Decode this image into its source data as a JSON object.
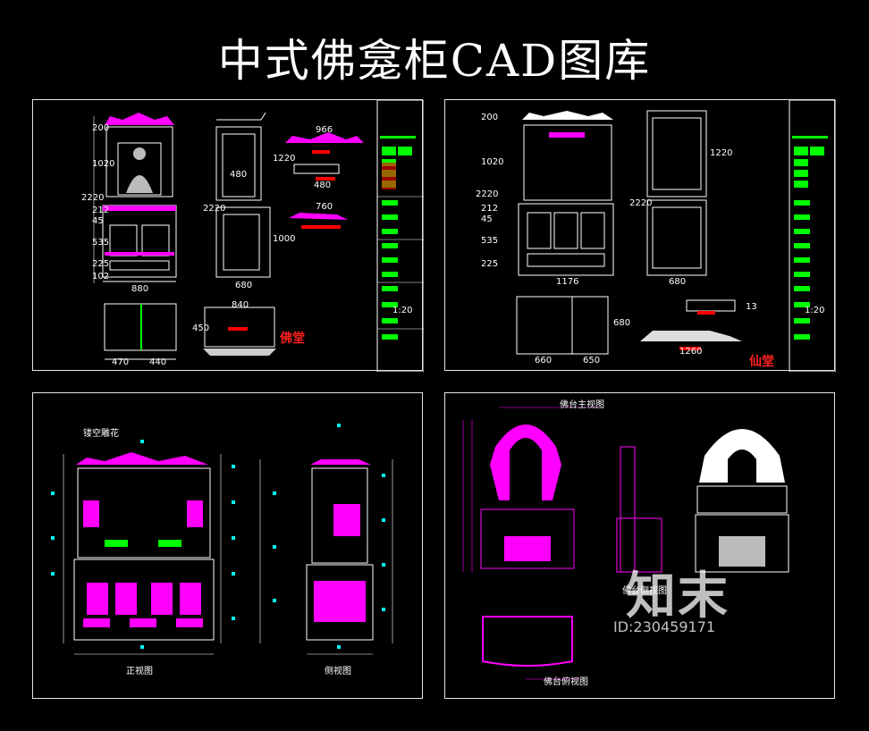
{
  "page_title": "中式佛龛柜CAD图库",
  "panels": {
    "p1": {
      "stamp": "佛堂",
      "scale": "1:20",
      "dims": {
        "d1": "200",
        "d2": "1020",
        "d3": "2220",
        "d4": "212",
        "d5": "45",
        "d6": "535",
        "d7": "225",
        "d8": "102",
        "d9": "880",
        "d10": "480",
        "d11": "1220",
        "d12": "2220",
        "d13": "1000",
        "d14": "680",
        "d15": "966",
        "d16": "480",
        "d17": "760",
        "d18": "470",
        "d19": "440",
        "d20": "840",
        "d21": "450"
      }
    },
    "p2": {
      "stamp": "仙堂",
      "scale": "1:20",
      "dims": {
        "d1": "200",
        "d2": "1020",
        "d3": "2220",
        "d4": "212",
        "d5": "45",
        "d6": "535",
        "d7": "225",
        "d8": "1176",
        "d9": "1220",
        "d10": "2220",
        "d11": "680",
        "d12": "660",
        "d13": "650",
        "d14": "680",
        "d15": "1260",
        "d16": "13"
      }
    },
    "p3": {
      "label_front": "正视图",
      "label_side": "侧视图",
      "label_note": "镂空雕花"
    },
    "p4": {
      "label_top": "佛台主视图",
      "label_side": "佛台侧视图",
      "label_plan": "佛台俯视图"
    }
  },
  "watermark": {
    "logo": "知末",
    "id": "ID:230459171"
  },
  "colors": {
    "magenta": "#ff00ff",
    "cyan": "#00ffff",
    "green": "#00ff00",
    "red": "#ff0000",
    "white": "#ffffff"
  }
}
